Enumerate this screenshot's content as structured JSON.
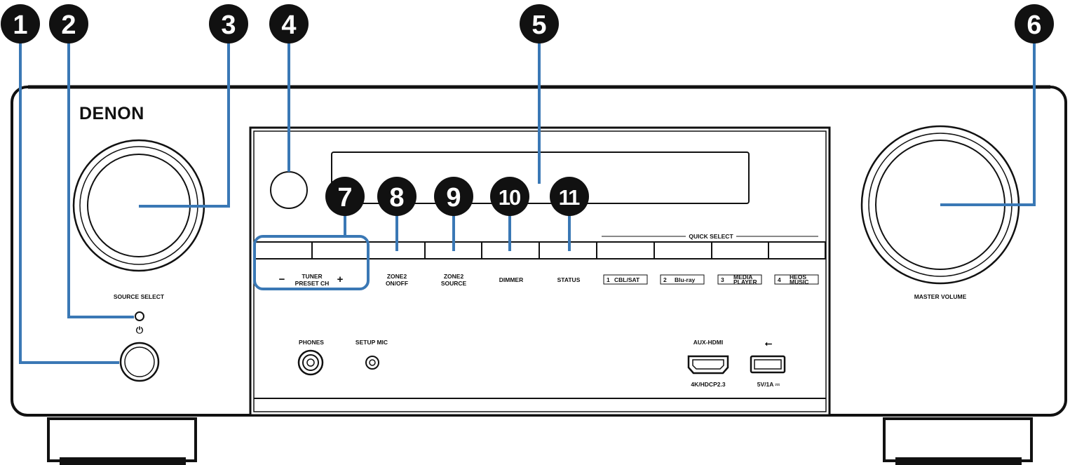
{
  "brand": "DENON",
  "labels": {
    "source_select": "SOURCE SELECT",
    "master_volume": "MASTER VOLUME",
    "power_symbol": "⏻",
    "tuner_line1": "TUNER",
    "tuner_line2": "PRESET CH",
    "minus": "−",
    "plus": "+",
    "zone2_onoff_line1": "ZONE2",
    "zone2_onoff_line2": "ON/OFF",
    "zone2_source_line1": "ZONE2",
    "zone2_source_line2": "SOURCE",
    "dimmer": "DIMMER",
    "status": "STATUS",
    "quick_select": "QUICK SELECT",
    "phones": "PHONES",
    "setup_mic": "SETUP MIC",
    "aux_hdmi": "AUX-HDMI",
    "hdcp": "4K/HDCP2.3",
    "usb_power": "5V/1A ⎓",
    "usb_symbol": "⭠"
  },
  "quick_select": [
    {
      "num": "1",
      "name": "CBL/SAT"
    },
    {
      "num": "2",
      "name": "Blu-ray"
    },
    {
      "num": "3",
      "name_line1": "MEDIA",
      "name_line2": "PLAYER"
    },
    {
      "num": "4",
      "name_line1": "HEOS",
      "name_line2": "MUSIC"
    }
  ],
  "callouts": [
    "1",
    "2",
    "3",
    "4",
    "5",
    "6",
    "7",
    "8",
    "9",
    "10",
    "11"
  ],
  "colors": {
    "callout_bg": "#111111",
    "leader": "#3a78b5",
    "outline": "#111111"
  }
}
